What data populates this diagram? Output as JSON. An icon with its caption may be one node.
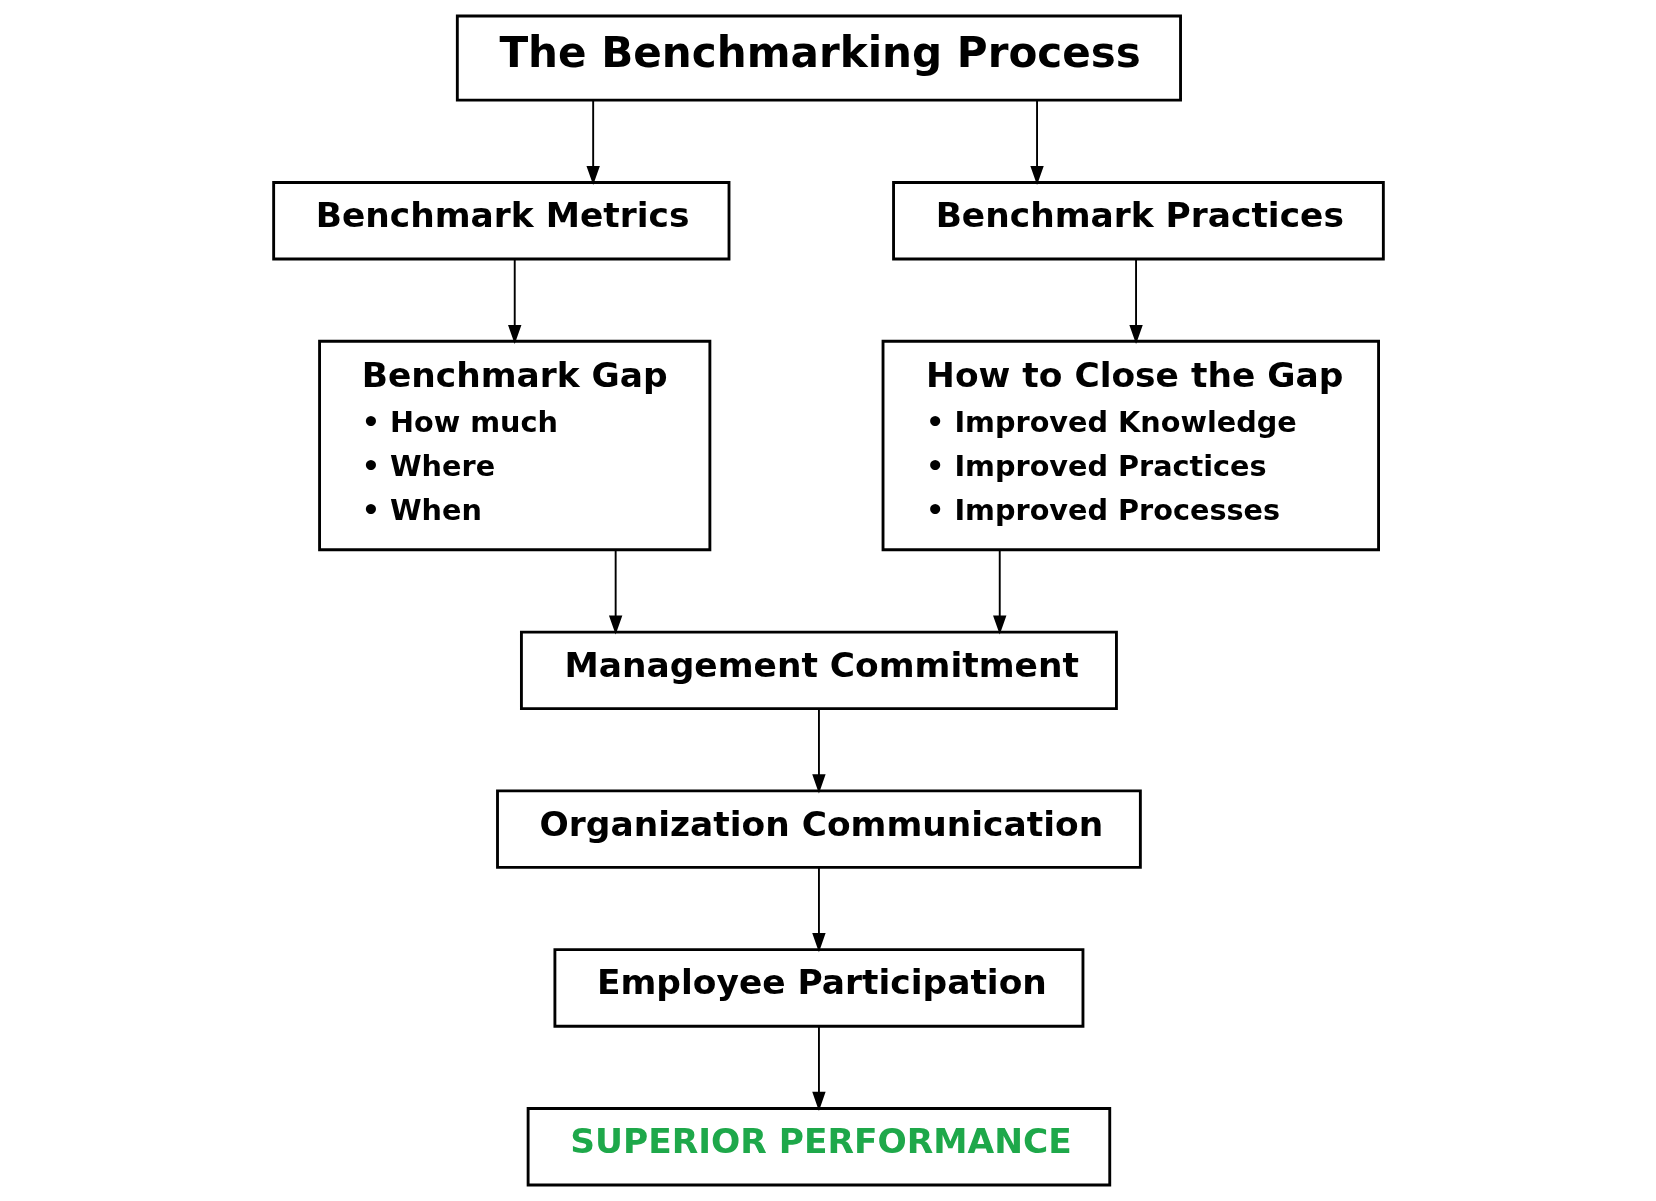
{
  "diagram": {
    "nodes": [
      {
        "text": [
          "The Benchmarking Process"
        ]
      },
      {
        "text": [
          "Benchmark Metrics"
        ]
      },
      {
        "text": [
          "Benchmark Practices"
        ]
      },
      {
        "text": [
          "Benchmark Gap",
          "• How much",
          "• Where",
          "• When"
        ]
      },
      {
        "text": [
          "How to Close the Gap",
          "• Improved Knowledge",
          "• Improved Practices",
          "• Improved Processes"
        ]
      },
      {
        "text": [
          "Management Commitment"
        ]
      },
      {
        "text": [
          "Organization Communication"
        ]
      },
      {
        "text": [
          "Employee Participation"
        ]
      },
      {
        "text": [
          "SUPERIOR PERFORMANCE"
        ]
      }
    ],
    "edges": [
      {
        "from": 0,
        "to": 1,
        "arrow": "to"
      },
      {
        "from": 0,
        "to": 2,
        "arrow": "to"
      },
      {
        "from": 1,
        "to": 3,
        "arrow": "to"
      },
      {
        "from": 2,
        "to": 4,
        "arrow": "to"
      },
      {
        "from": 3,
        "to": 5,
        "arrow": "to"
      },
      {
        "from": 4,
        "to": 5,
        "arrow": "to"
      },
      {
        "from": 5,
        "to": 6,
        "arrow": "to"
      },
      {
        "from": 6,
        "to": 7,
        "arrow": "to"
      },
      {
        "from": 7,
        "to": 8,
        "arrow": "to"
      }
    ]
  }
}
